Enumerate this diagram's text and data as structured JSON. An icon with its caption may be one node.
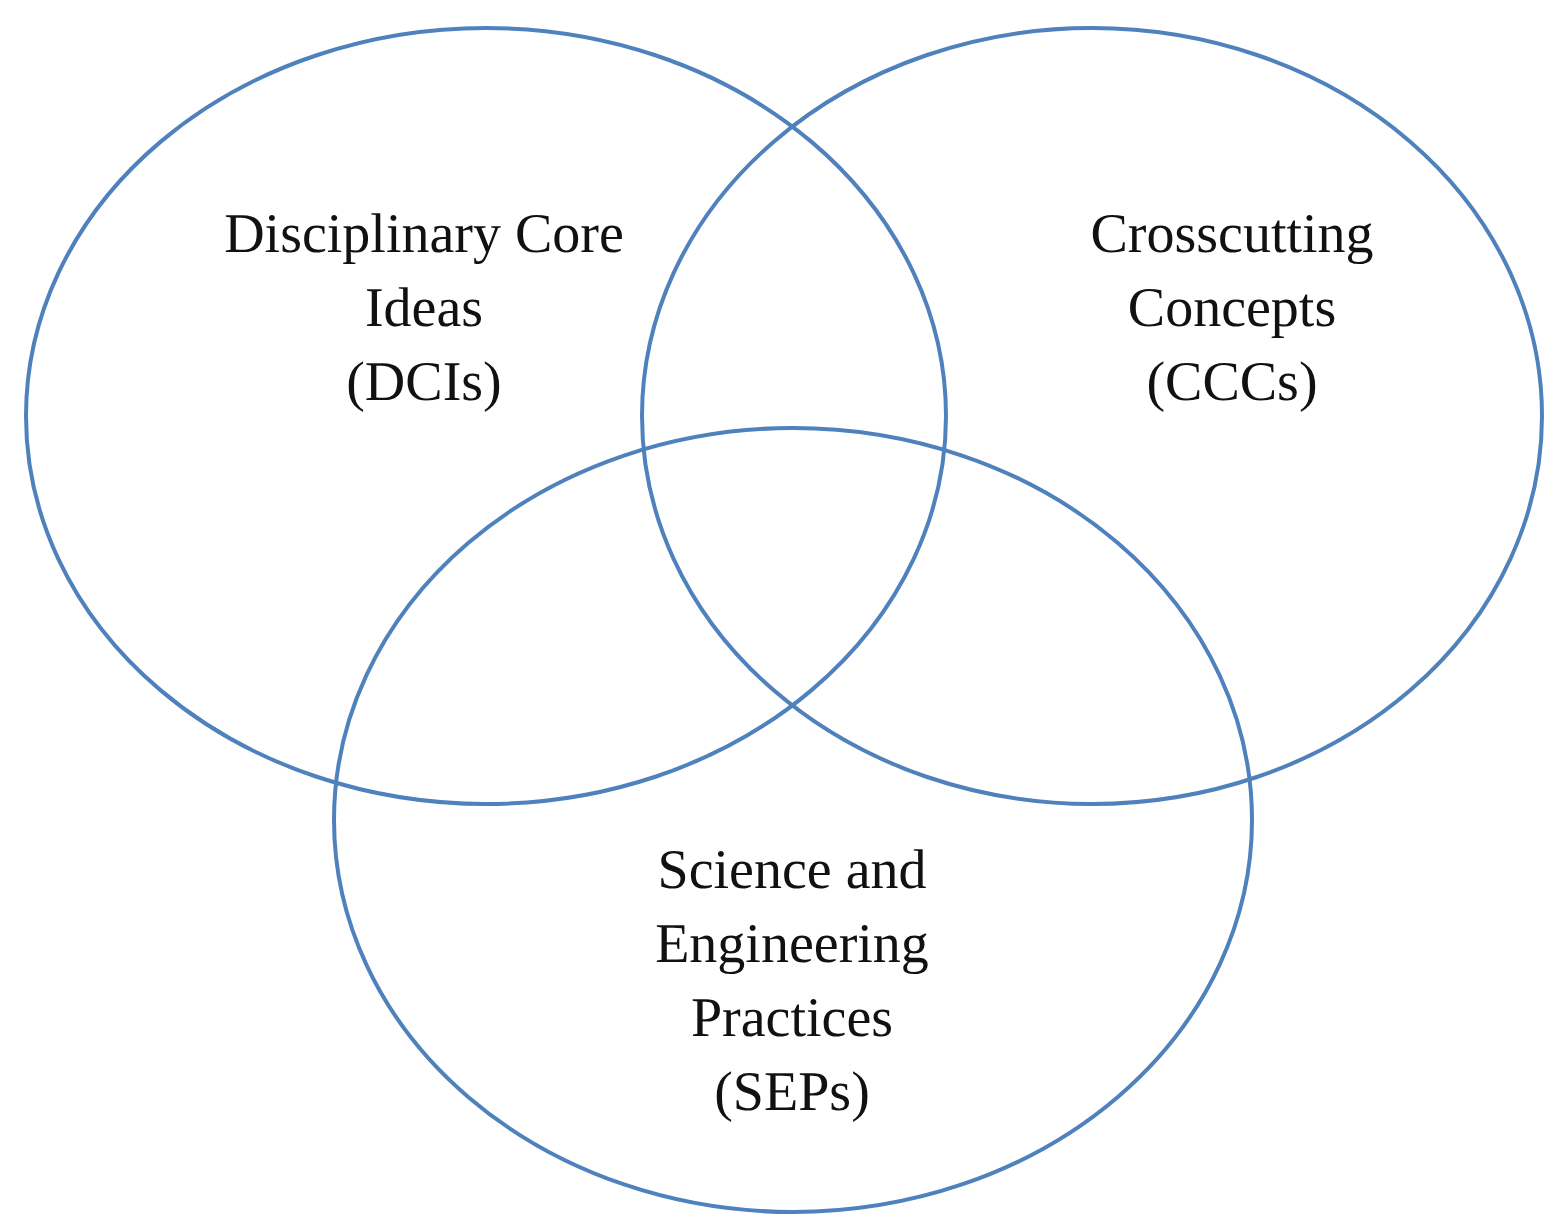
{
  "diagram": {
    "nodes": [
      {
        "text": [
          "Disciplinary Core Ideas",
          "(DCIs)"
        ]
      },
      {
        "text": [
          "Crosscutting Concepts",
          "(CCCs)"
        ]
      },
      {
        "text": [
          "Science and Engineering Practices",
          "(SEPs)"
        ]
      }
    ]
  }
}
